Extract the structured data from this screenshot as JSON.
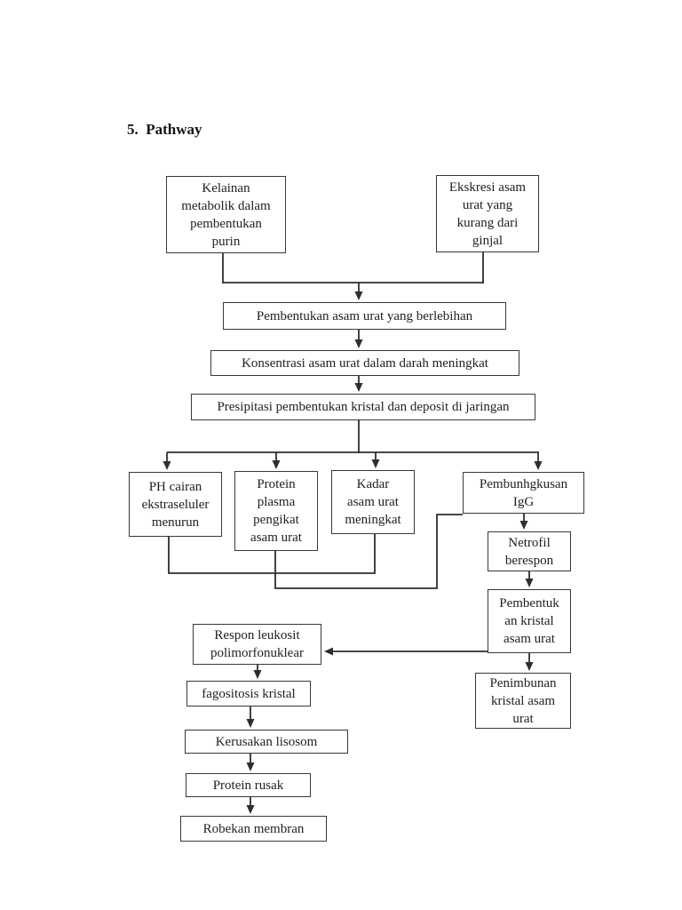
{
  "page": {
    "title": "5.  Pathway"
  },
  "diagram": {
    "colors": {
      "page_bg": "#ffffff",
      "ink": "#1f1f1f",
      "line": "#2e2e2e"
    },
    "nodes": {
      "kelainan": {
        "label": "Kelainan\nmetabolik dalam\npembentukan\npurin"
      },
      "ekskresi": {
        "label": "Ekskresi asam\nurat yang\nkurang dari\nginjal"
      },
      "pembentukan_berlebihan": {
        "label": "Pembentukan asam urat yang berlebihan"
      },
      "konsentrasi": {
        "label": "Konsentrasi asam urat dalam darah meningkat"
      },
      "presipitasi": {
        "label": "Presipitasi pembentukan kristal dan deposit di jaringan"
      },
      "ph_cairan": {
        "label": "PH cairan\nekstraseluler\nmenurun"
      },
      "protein_plasma": {
        "label": "Protein\nplasma\npengikat\nasam urat"
      },
      "kadar": {
        "label": "Kadar\nasam urat\nmeningkat"
      },
      "igg": {
        "label": "Pembunhgkusan\nIgG"
      },
      "netrofil": {
        "label": "Netrofil\nberespon"
      },
      "pembentuk_kristal": {
        "label": "Pembentuk\nan kristal\nasam urat"
      },
      "penimbunan": {
        "label": "Penimbunan\nkristal asam\nurat"
      },
      "respon_leukosit": {
        "label": "Respon leukosit\npolimorfonuklear"
      },
      "fagositosis": {
        "label": "fagositosis kristal"
      },
      "kerusakan": {
        "label": "Kerusakan lisosom"
      },
      "protein_rusak": {
        "label": "Protein rusak"
      },
      "robekan": {
        "label": "Robekan membran"
      }
    },
    "edges": [
      {
        "from": "kelainan",
        "to": "pembentukan_berlebihan",
        "type": "arrow"
      },
      {
        "from": "ekskresi",
        "to": "pembentukan_berlebihan",
        "type": "arrow"
      },
      {
        "from": "pembentukan_berlebihan",
        "to": "konsentrasi",
        "type": "arrow"
      },
      {
        "from": "konsentrasi",
        "to": "presipitasi",
        "type": "arrow"
      },
      {
        "from": "presipitasi",
        "to": "ph_cairan",
        "type": "arrow"
      },
      {
        "from": "presipitasi",
        "to": "protein_plasma",
        "type": "arrow"
      },
      {
        "from": "presipitasi",
        "to": "kadar",
        "type": "arrow"
      },
      {
        "from": "presipitasi",
        "to": "igg",
        "type": "arrow"
      },
      {
        "from": "ph_cairan",
        "to": "kadar",
        "type": "line"
      },
      {
        "from": "protein_plasma",
        "to": "igg",
        "type": "line"
      },
      {
        "from": "igg",
        "to": "netrofil",
        "type": "arrow"
      },
      {
        "from": "netrofil",
        "to": "pembentuk_kristal",
        "type": "arrow"
      },
      {
        "from": "pembentuk_kristal",
        "to": "penimbunan",
        "type": "arrow"
      },
      {
        "from": "pembentuk_kristal",
        "to": "respon_leukosit",
        "type": "arrow"
      },
      {
        "from": "respon_leukosit",
        "to": "fagositosis",
        "type": "arrow"
      },
      {
        "from": "fagositosis",
        "to": "kerusakan",
        "type": "arrow"
      },
      {
        "from": "kerusakan",
        "to": "protein_rusak",
        "type": "arrow"
      },
      {
        "from": "protein_rusak",
        "to": "robekan",
        "type": "arrow"
      }
    ]
  }
}
